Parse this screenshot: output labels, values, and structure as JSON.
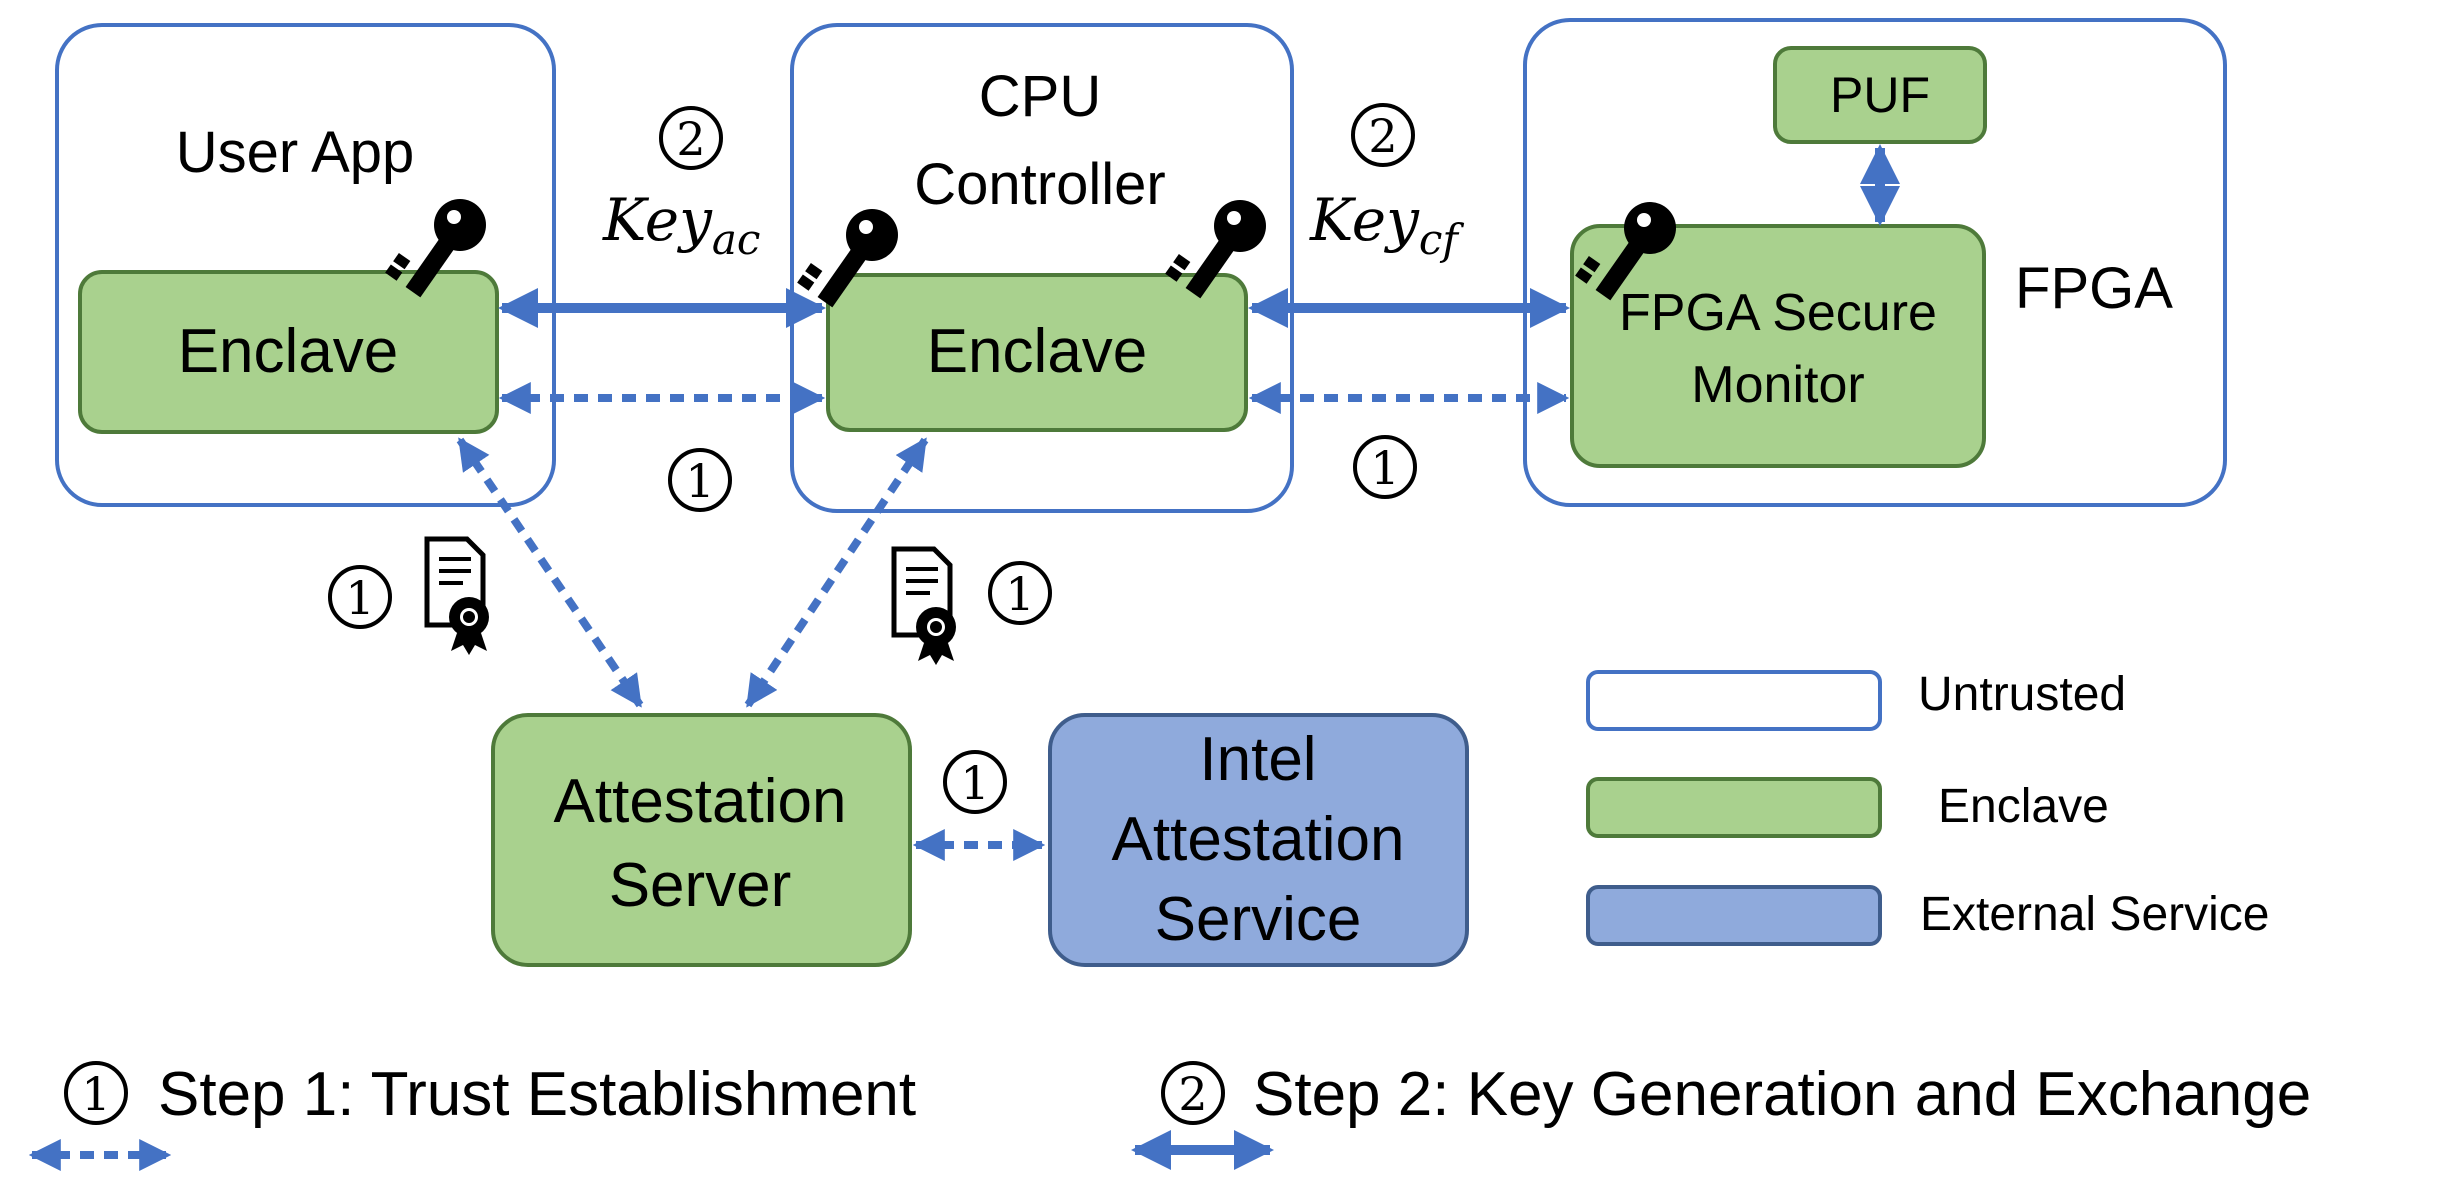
{
  "colors": {
    "untrusted_stroke": "#4472C4",
    "enclave_fill": "#A9D18E",
    "enclave_stroke": "#4E7A3A",
    "external_fill": "#8FAADC",
    "external_stroke": "#3F5D8C",
    "arrow": "#4472C4"
  },
  "diagram": {
    "user_app": {
      "label": "User App",
      "enclave": "Enclave"
    },
    "cpu_controller": {
      "label_line1": "CPU",
      "label_line2": "Controller",
      "enclave": "Enclave"
    },
    "fpga": {
      "label": "FPGA",
      "monitor_line1": "FPGA Secure",
      "monitor_line2": "Monitor",
      "puf": "PUF"
    },
    "attestation_server": {
      "line1": "Attestation",
      "line2": "Server"
    },
    "intel_service": {
      "line1": "Intel",
      "line2": "Attestation",
      "line3": "Service"
    },
    "keys": {
      "ac": {
        "base": "Key",
        "sub": "ac"
      },
      "cf": {
        "base": "Key",
        "sub": "cf"
      }
    },
    "step_markers": {
      "one": "1",
      "two": "2"
    }
  },
  "legend": {
    "untrusted": "Untrusted",
    "enclave": "Enclave",
    "external": "External Service",
    "step1": "Step 1: Trust Establishment",
    "step2": "Step 2: Key Generation and Exchange"
  }
}
